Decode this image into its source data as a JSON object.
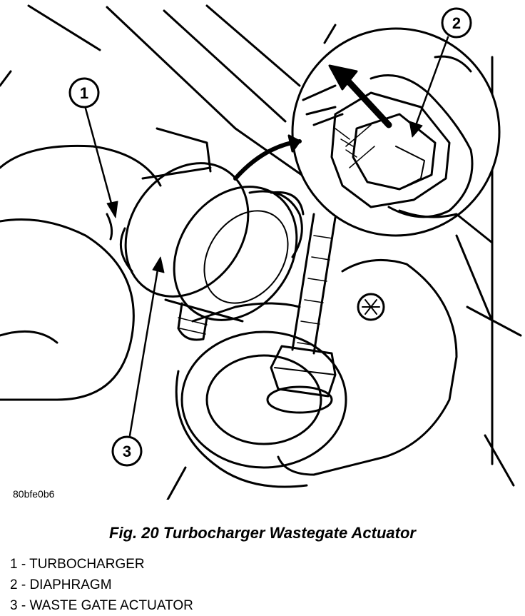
{
  "figure": {
    "image_code": "80bfe0b6",
    "title": "Fig. 20 Turbocharger Wastegate Actuator"
  },
  "callouts": [
    {
      "number": "1"
    },
    {
      "number": "2"
    },
    {
      "number": "3"
    }
  ],
  "legend": [
    {
      "text": "1 - TURBOCHARGER"
    },
    {
      "text": "2 - DIAPHRAGM"
    },
    {
      "text": "3 - WASTE GATE ACTUATOR"
    }
  ],
  "colors": {
    "ink": "#000000",
    "paper": "#ffffff"
  }
}
